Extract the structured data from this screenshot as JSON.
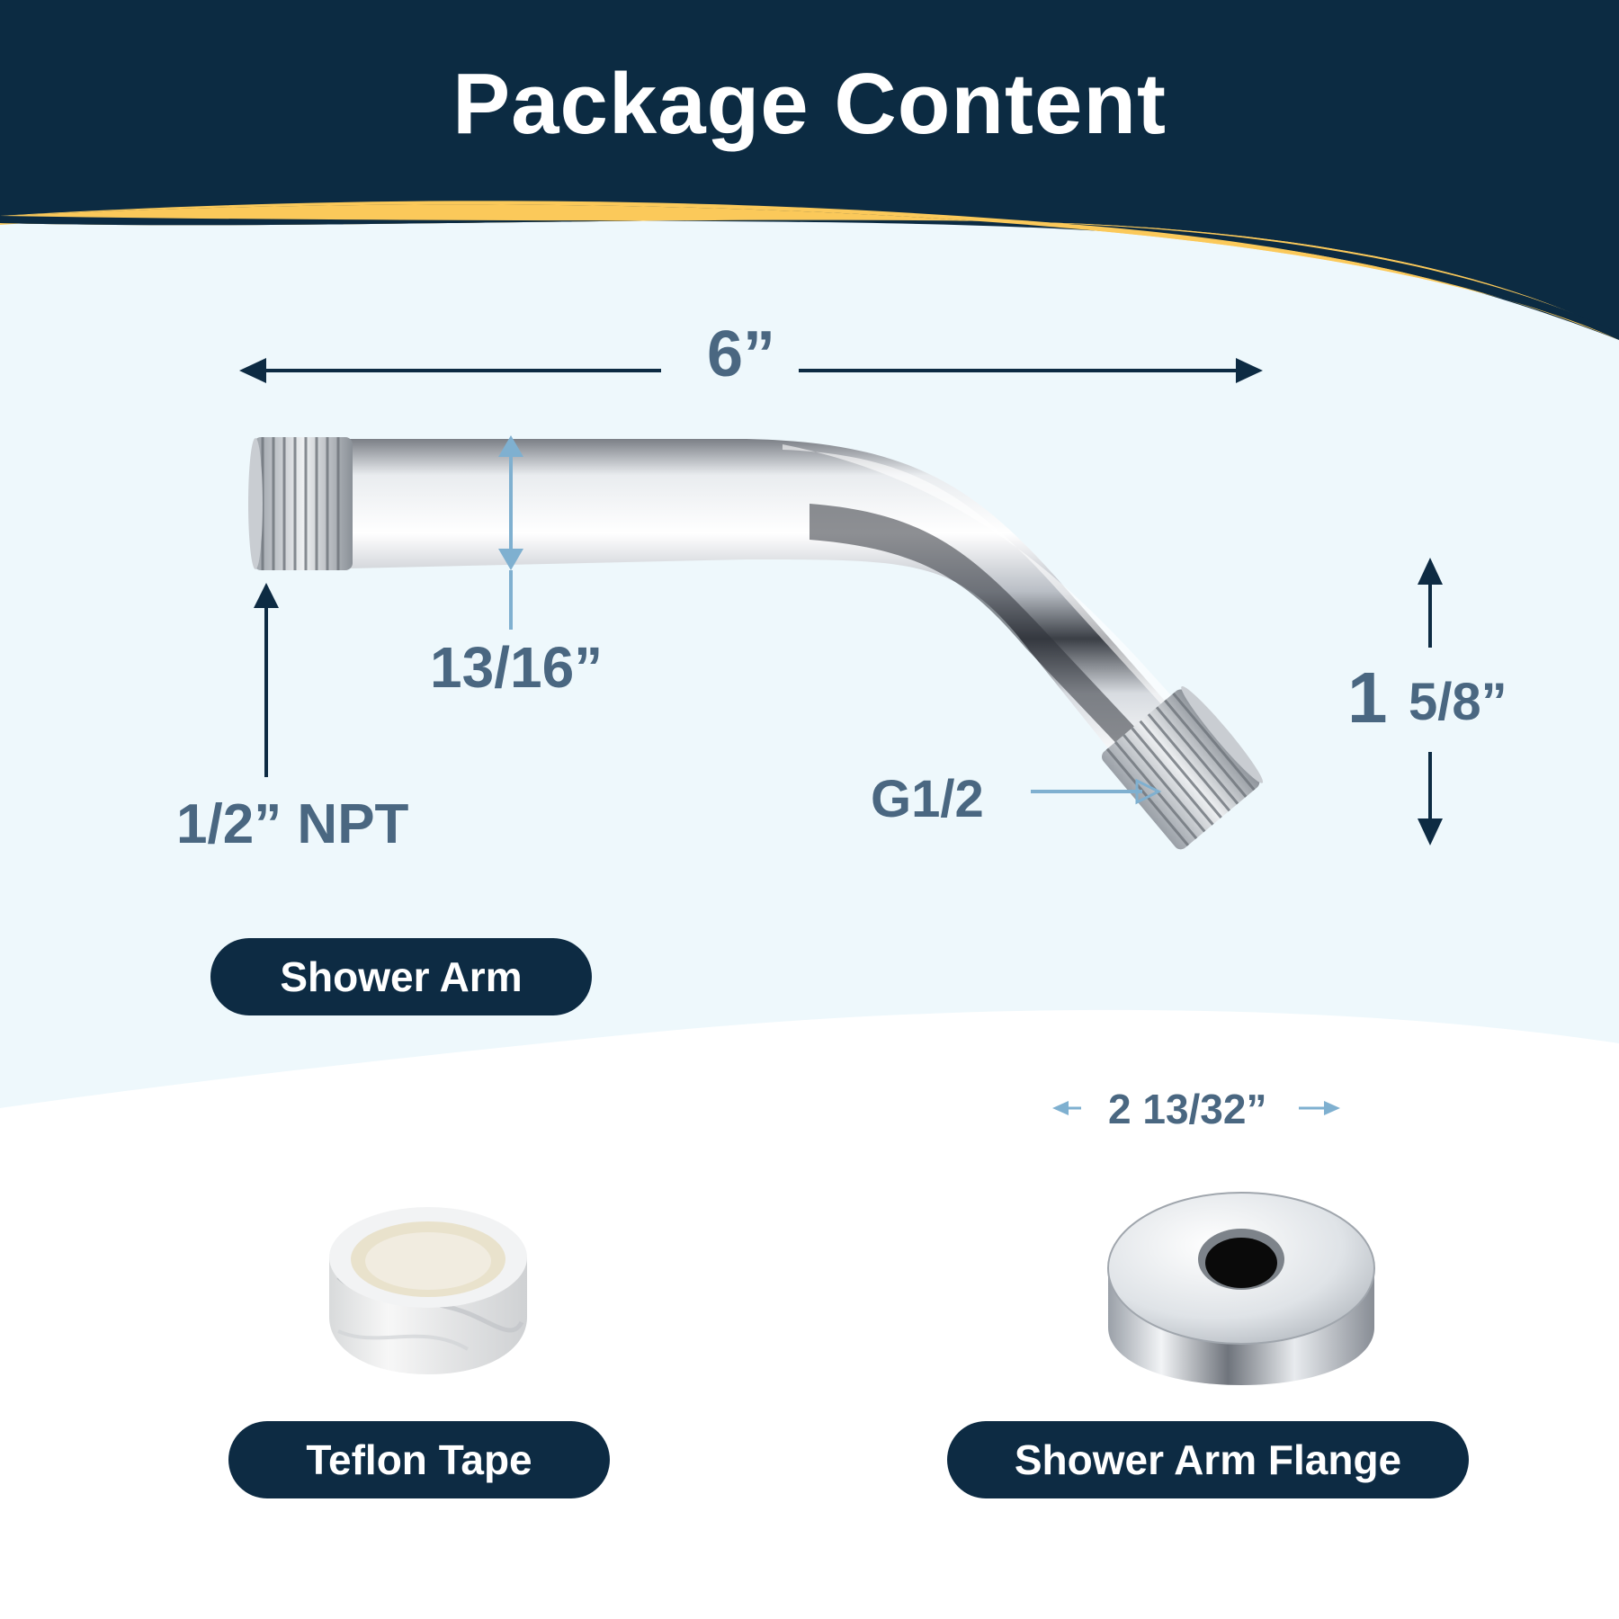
{
  "page": {
    "title": "Package Content"
  },
  "colors": {
    "header_navy": "#0c2b42",
    "accent_yellow": "#fbc95a",
    "light_blue_background": "#eef8fc",
    "dimension_text": "#4a6781",
    "dimension_arrow_navy": "#0d2b43",
    "dimension_arrow_light": "#7fb0d0",
    "pill_background": "#0d2b43",
    "pill_text": "#ffffff"
  },
  "dimensions": {
    "length": "6”",
    "arm_diameter": "13/16”",
    "inlet_thread": "1/2” NPT",
    "outlet_thread": "G1/2",
    "drop_height_whole": "1",
    "drop_height_fraction": "5/8”",
    "flange_diameter": "2 13/32”"
  },
  "products": [
    {
      "label": "Shower Arm",
      "image": "shower-arm"
    },
    {
      "label": "Teflon Tape",
      "image": "teflon-tape-roll"
    },
    {
      "label": "Shower Arm Flange",
      "image": "shower-arm-flange"
    }
  ]
}
